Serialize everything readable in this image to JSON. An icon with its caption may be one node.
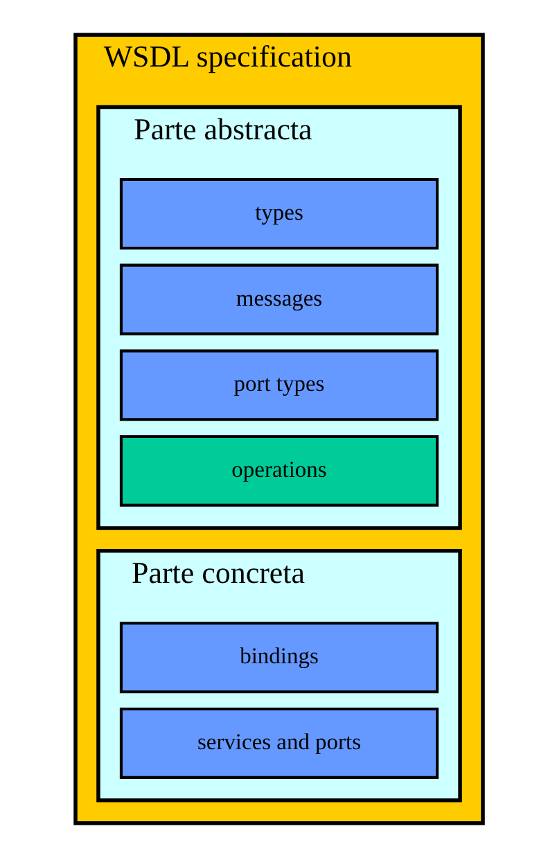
{
  "diagram": {
    "nodes": [
      {
        "text": [
          "WSDL specification"
        ]
      },
      {
        "text": [
          "Parte abstracta"
        ],
        "in": 0
      },
      {
        "text": [
          "types"
        ],
        "in": 1
      },
      {
        "text": [
          "messages"
        ],
        "in": 1
      },
      {
        "text": [
          "port types"
        ],
        "in": 1
      },
      {
        "text": [
          "operations"
        ],
        "in": 1
      },
      {
        "text": [
          "Parte concreta"
        ],
        "in": 0
      },
      {
        "text": [
          "bindings"
        ],
        "in": 6
      },
      {
        "text": [
          "services and ports"
        ],
        "in": 6
      }
    ]
  }
}
